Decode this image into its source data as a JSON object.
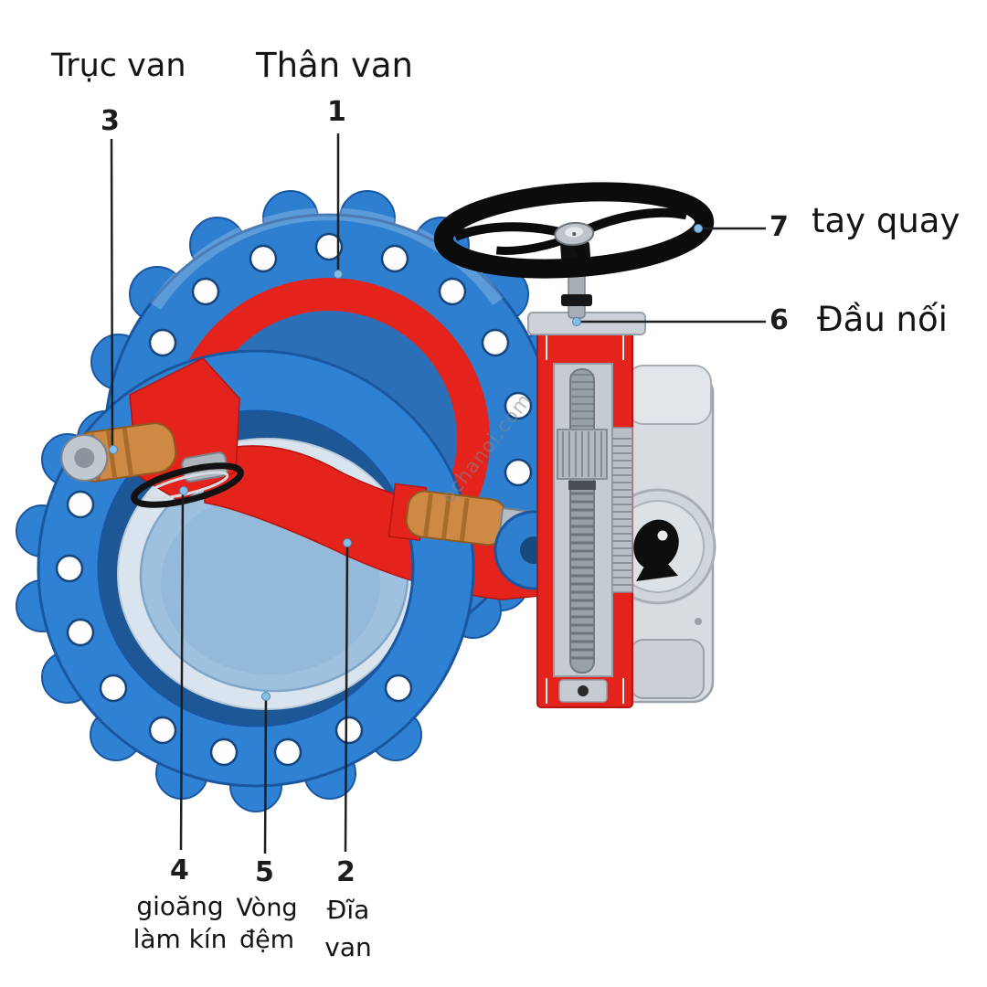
{
  "diagram": {
    "type": "butterfly-valve-cutaway",
    "watermark": {
      "text": "ochanoi.com"
    },
    "colors": {
      "body_blue": "#2E7FD0",
      "body_blue_dark": "#1A57A0",
      "cut_red": "#E3231C",
      "handwheel_black": "#0C0C0C",
      "bushing_copper": "#CE8A44",
      "actuator_gray": "#C9CED4",
      "disc_blue_gray": "#9EC1E0",
      "seat_light": "#D9E4EE",
      "leader_dot_blue": "#85BFE8"
    }
  },
  "callouts": [
    {
      "number": "1",
      "label": "Thân van"
    },
    {
      "number": "2",
      "label": "Đĩa\nvan"
    },
    {
      "number": "3",
      "label": "Trục van"
    },
    {
      "number": "4",
      "label": "gioăng\nlàm kín"
    },
    {
      "number": "5",
      "label": "Vòng\nđệm"
    },
    {
      "number": "6",
      "label": "Đầu nối"
    },
    {
      "number": "7",
      "label": "tay quay"
    }
  ]
}
